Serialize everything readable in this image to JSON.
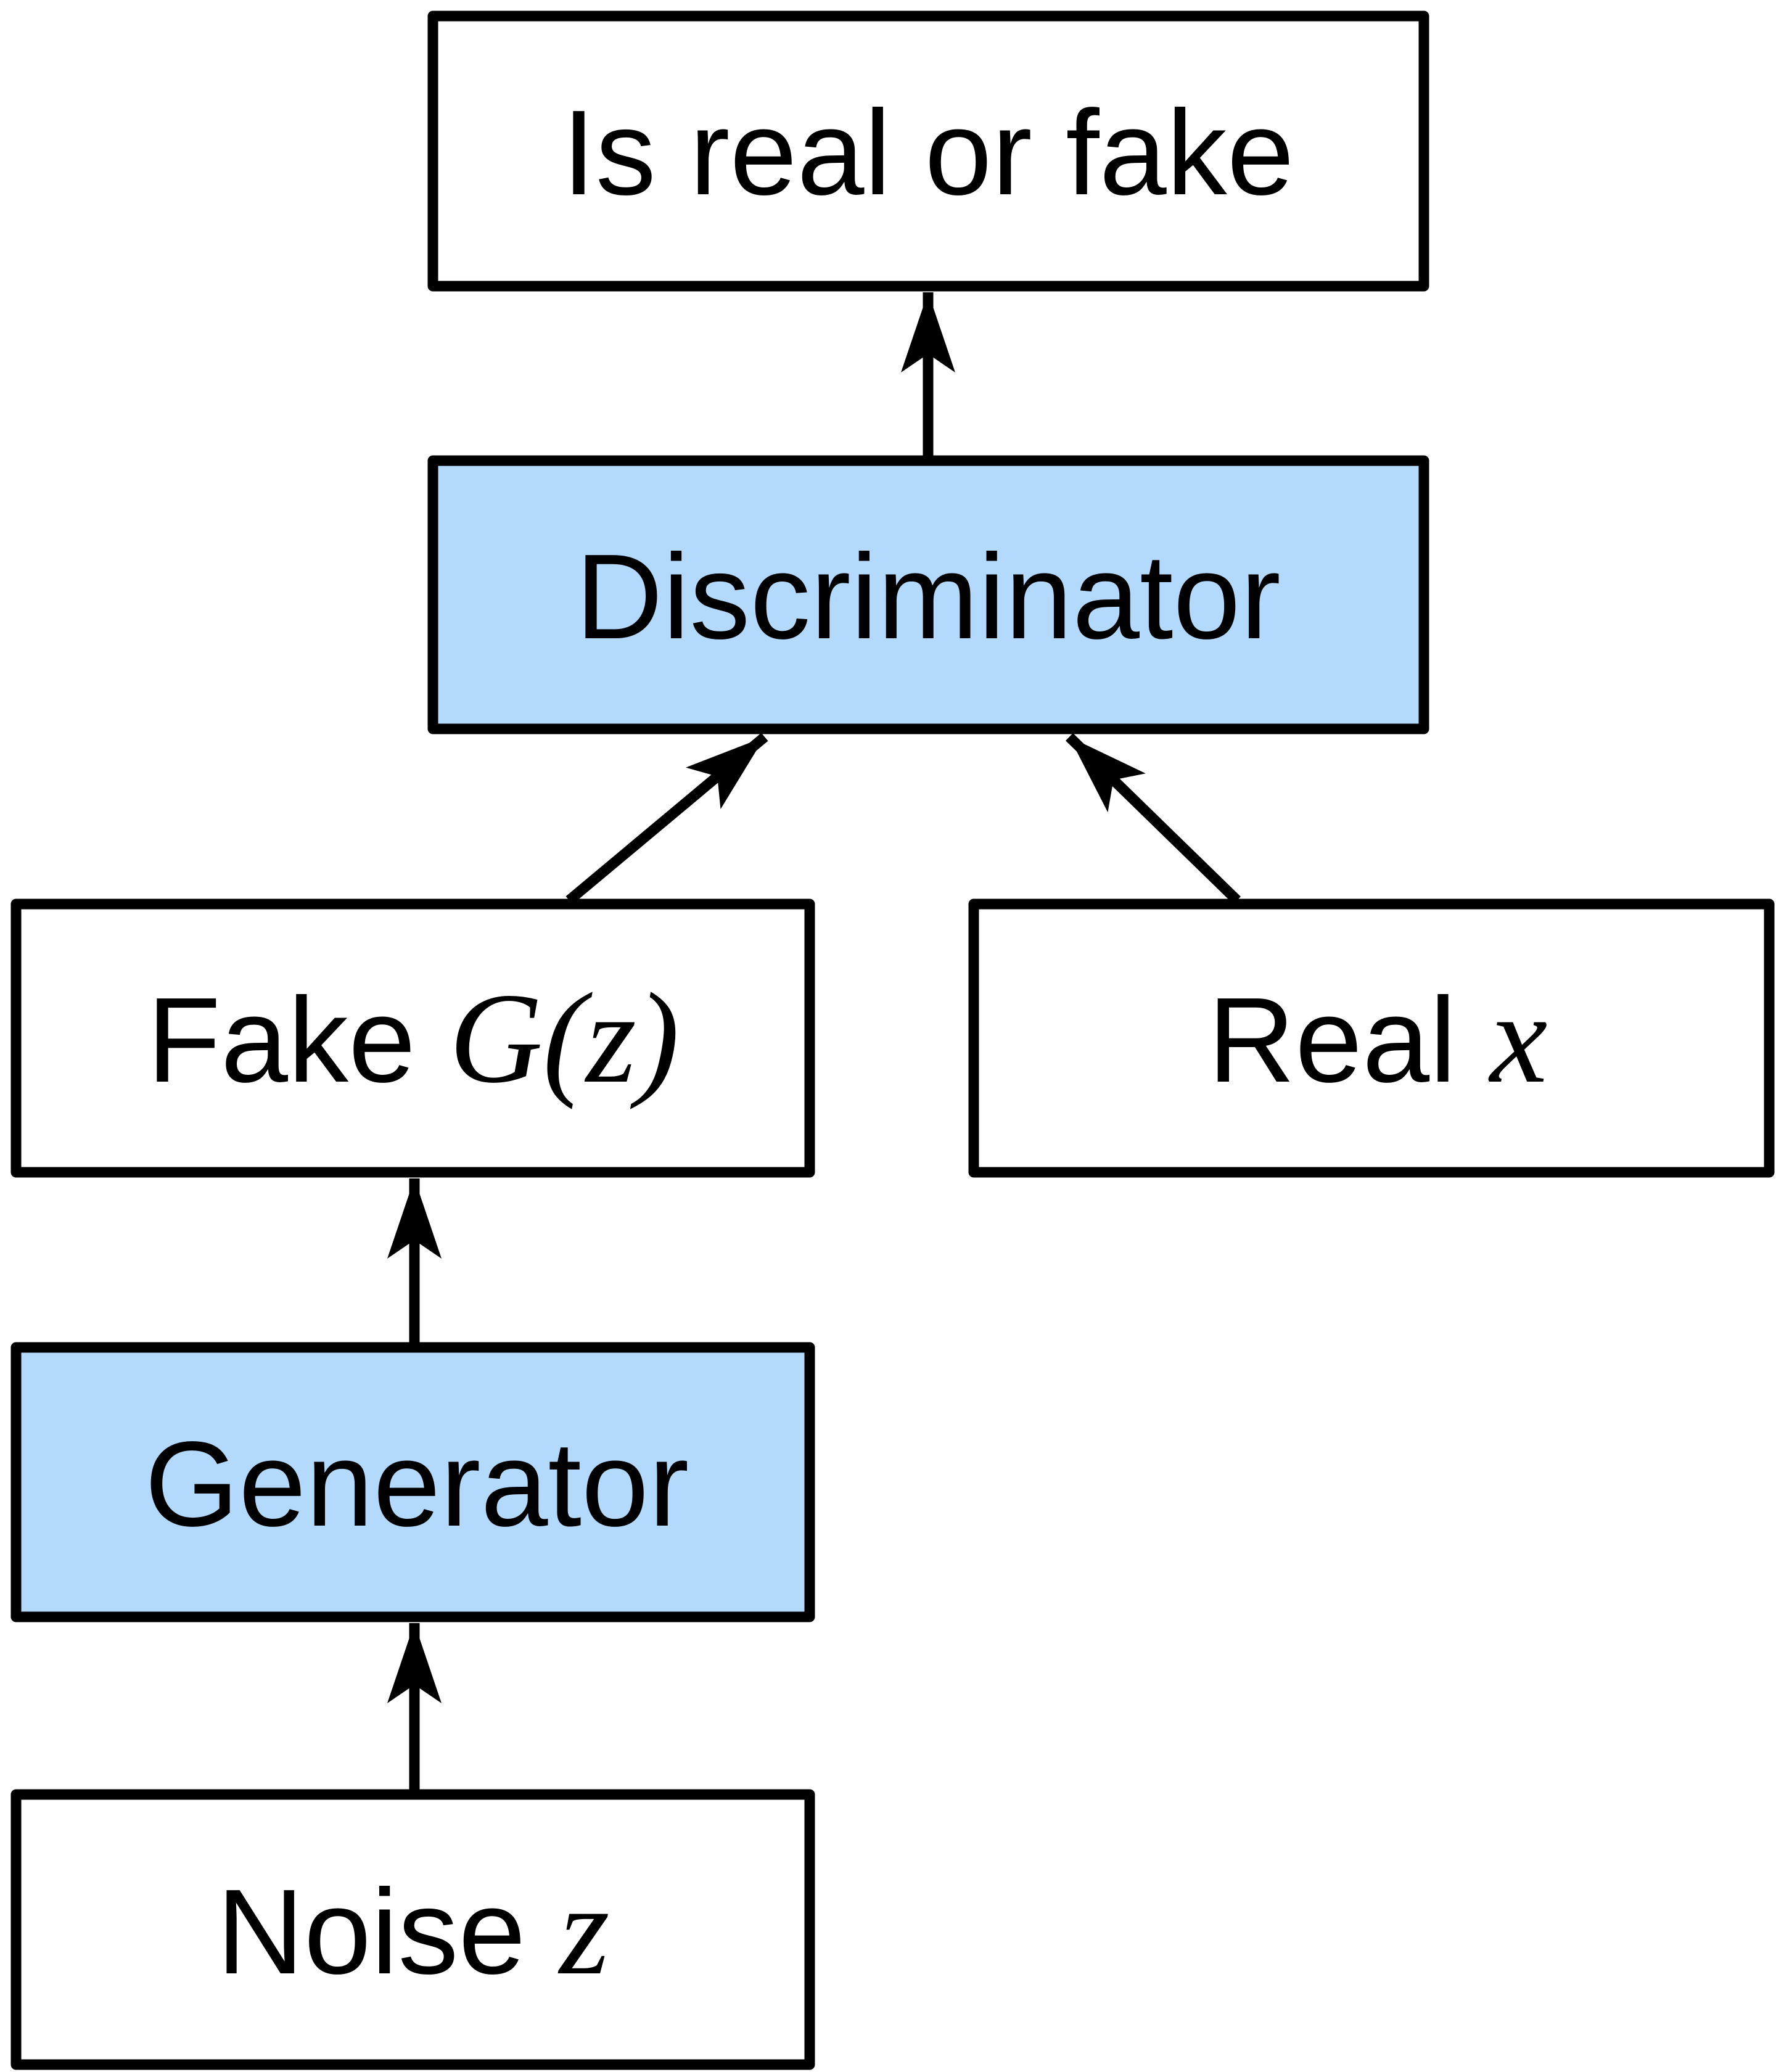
{
  "colors": {
    "highlight_fill": "#b3d9fd",
    "plain_fill": "#ffffff",
    "stroke": "#000000"
  },
  "nodes": {
    "output": {
      "text": "Is real or fake",
      "math": "",
      "highlighted": false
    },
    "discriminator": {
      "text": "Discriminator",
      "math": "",
      "highlighted": true
    },
    "fake": {
      "text": "Fake ",
      "math": "G(z)",
      "highlighted": false
    },
    "real": {
      "text": "Real ",
      "math": "x",
      "highlighted": false
    },
    "generator": {
      "text": "Generator",
      "math": "",
      "highlighted": true
    },
    "noise": {
      "text": "Noise ",
      "math": "z",
      "highlighted": false
    }
  },
  "edges": [
    {
      "from": "noise",
      "to": "generator"
    },
    {
      "from": "generator",
      "to": "fake"
    },
    {
      "from": "fake",
      "to": "discriminator"
    },
    {
      "from": "real",
      "to": "discriminator"
    },
    {
      "from": "discriminator",
      "to": "output"
    }
  ]
}
